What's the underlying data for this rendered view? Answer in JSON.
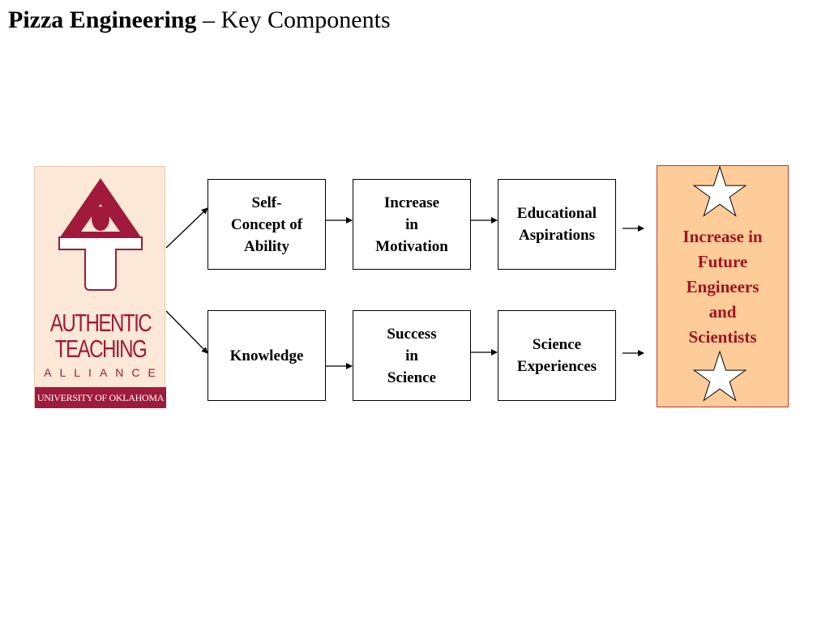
{
  "title": {
    "bold": "Pizza Engineering",
    "rest": " – Key Components"
  },
  "logo": {
    "line1": "AUTHENTIC",
    "line2": "TEACHING",
    "line3": "ALLIANCE",
    "band": "UNIVERSITY OF OKLAHOMA"
  },
  "boxes": {
    "self_concept": "Self-\nConcept of\nAbility",
    "motivation": "Increase\nin\nMotivation",
    "aspirations": "Educational\nAspirations",
    "knowledge": "Knowledge",
    "success": "Success\nin\nScience",
    "experiences": "Science\nExperiences"
  },
  "outcome": "Increase in\nFuture\nEngineers\nand\nScientists",
  "colors": {
    "brand": "#a01a3c",
    "outcome_fill": "#fecc99",
    "outcome_text": "#a0141e"
  },
  "icons": [
    "star-icon",
    "star-icon"
  ]
}
